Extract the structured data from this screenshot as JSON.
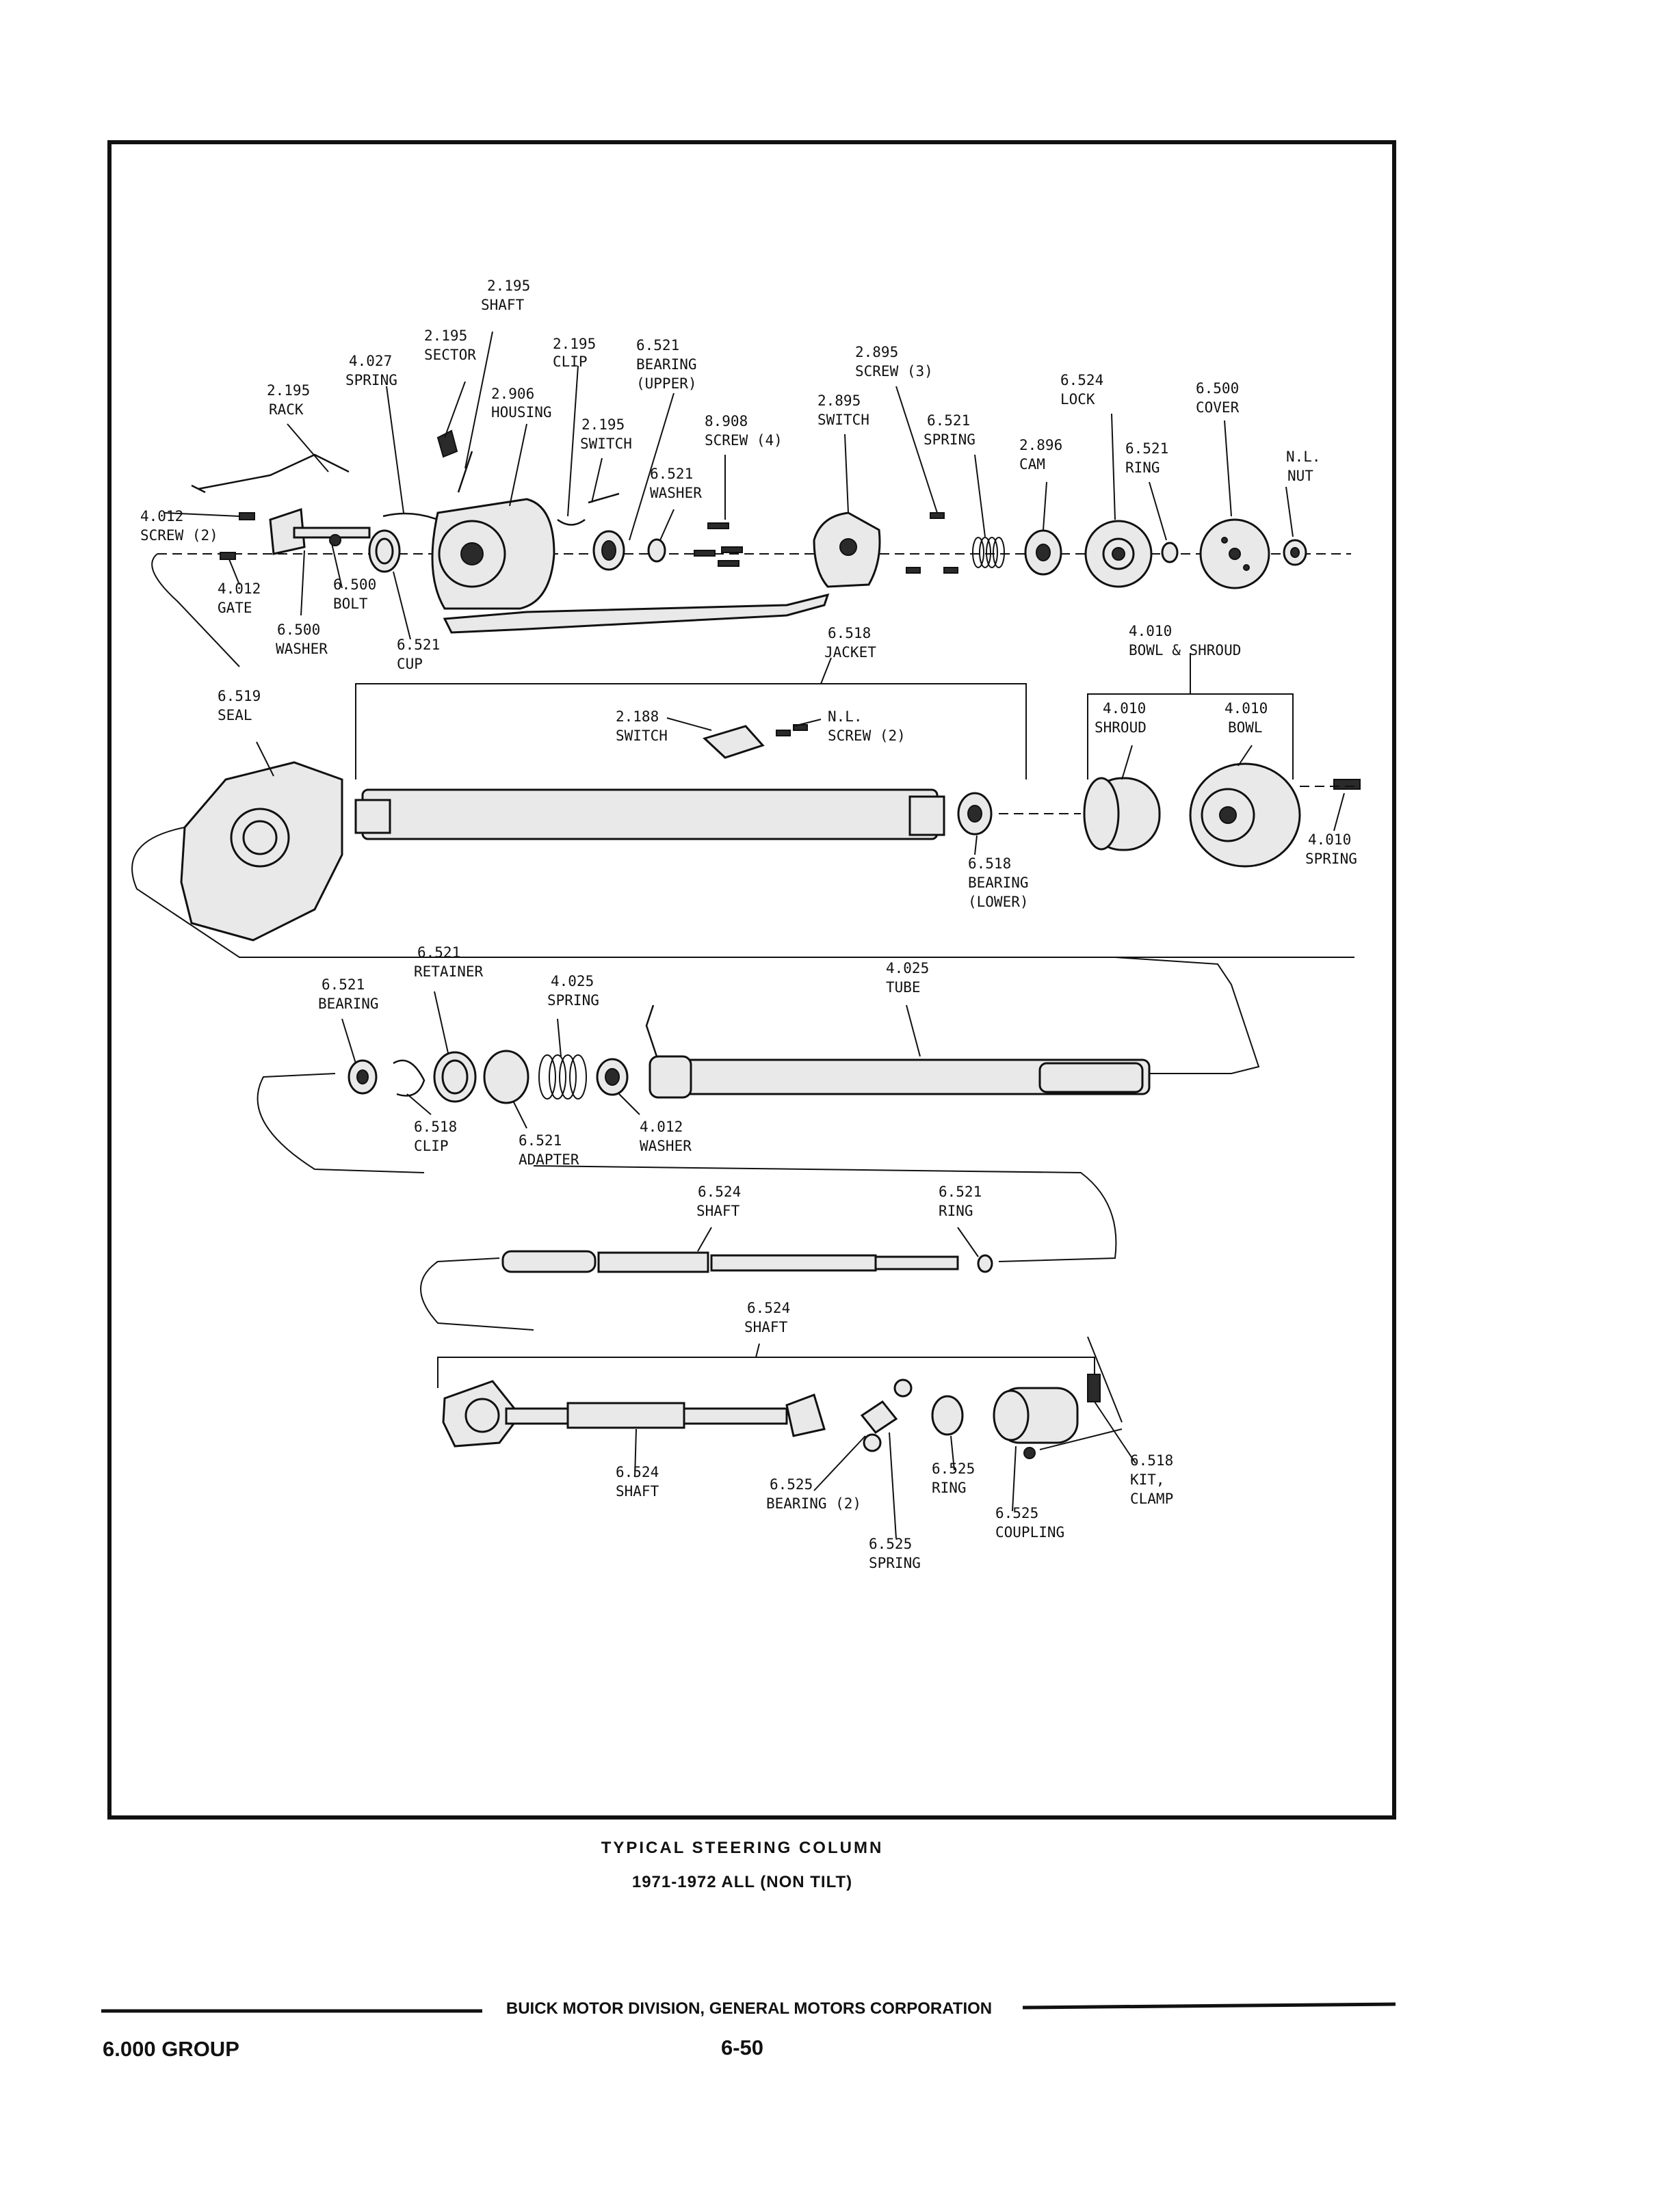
{
  "caption": {
    "line1": "TYPICAL STEERING COLUMN",
    "line2": "1971-1972 ALL (NON TILT)"
  },
  "footer": {
    "publisher": "BUICK MOTOR DIVISION, GENERAL MOTORS CORPORATION",
    "group": "6.000 GROUP",
    "page": "6-50"
  },
  "parts": {
    "p01": {
      "num": "2.195",
      "name": "SHAFT"
    },
    "p02": {
      "num": "2.195",
      "name": "SECTOR"
    },
    "p03": {
      "num": "2.195",
      "name": "CLIP"
    },
    "p04": {
      "num": "6.521",
      "name": "BEARING",
      "name2": "(UPPER)"
    },
    "p05": {
      "num": "4.027",
      "name": "SPRING"
    },
    "p06": {
      "num": "2.906",
      "name": "HOUSING"
    },
    "p07": {
      "num": "2.195",
      "name": "RACK"
    },
    "p08": {
      "num": "2.195",
      "name": "SWITCH"
    },
    "p09": {
      "num": "8.908",
      "name": "SCREW (4)"
    },
    "p10": {
      "num": "2.895",
      "name": "SCREW (3)"
    },
    "p11": {
      "num": "2.895",
      "name": "SWITCH"
    },
    "p12": {
      "num": "6.521",
      "name": "SPRING"
    },
    "p13": {
      "num": "6.524",
      "name": "LOCK"
    },
    "p14": {
      "num": "6.500",
      "name": "COVER"
    },
    "p15": {
      "num": "2.896",
      "name": "CAM"
    },
    "p16": {
      "num": "6.521",
      "name": "RING"
    },
    "p17": {
      "num": "N.L.",
      "name": "NUT"
    },
    "p18": {
      "num": "6.521",
      "name": "WASHER"
    },
    "p19": {
      "num": "4.012",
      "name": "SCREW (2)"
    },
    "p20": {
      "num": "4.012",
      "name": "GATE"
    },
    "p21": {
      "num": "6.500",
      "name": "BOLT"
    },
    "p22": {
      "num": "6.500",
      "name": "WASHER"
    },
    "p23": {
      "num": "6.521",
      "name": "CUP"
    },
    "p24": {
      "num": "6.518",
      "name": "JACKET"
    },
    "p25": {
      "num": "4.010",
      "name": "BOWL & SHROUD"
    },
    "p26": {
      "num": "6.519",
      "name": "SEAL"
    },
    "p27": {
      "num": "2.188",
      "name": "SWITCH"
    },
    "p28": {
      "num": "N.L.",
      "name": "SCREW (2)"
    },
    "p29": {
      "num": "4.010",
      "name": "SHROUD"
    },
    "p30": {
      "num": "4.010",
      "name": "BOWL"
    },
    "p31": {
      "num": "4.010",
      "name": "SPRING"
    },
    "p32": {
      "num": "6.518",
      "name": "BEARING",
      "name2": "(LOWER)"
    },
    "p33": {
      "num": "6.521",
      "name": "RETAINER"
    },
    "p34": {
      "num": "4.025",
      "name": "TUBE"
    },
    "p35": {
      "num": "6.521",
      "name": "BEARING"
    },
    "p36": {
      "num": "4.025",
      "name": "SPRING"
    },
    "p37": {
      "num": "6.518",
      "name": "CLIP"
    },
    "p38": {
      "num": "6.521",
      "name": "ADAPTER"
    },
    "p39": {
      "num": "4.012",
      "name": "WASHER"
    },
    "p40": {
      "num": "6.524",
      "name": "SHAFT"
    },
    "p41": {
      "num": "6.521",
      "name": "RING"
    },
    "p42": {
      "num": "6.524",
      "name": "SHAFT"
    },
    "p43": {
      "num": "6.524",
      "name": "SHAFT"
    },
    "p44": {
      "num": "6.525",
      "name": "BEARING (2)"
    },
    "p45": {
      "num": "6.525",
      "name": "RING"
    },
    "p46": {
      "num": "6.525",
      "name": "SPRING"
    },
    "p47": {
      "num": "6.525",
      "name": "COUPLING"
    },
    "p48": {
      "num": "6.518",
      "name": "KIT,",
      "name2": "CLAMP"
    }
  }
}
